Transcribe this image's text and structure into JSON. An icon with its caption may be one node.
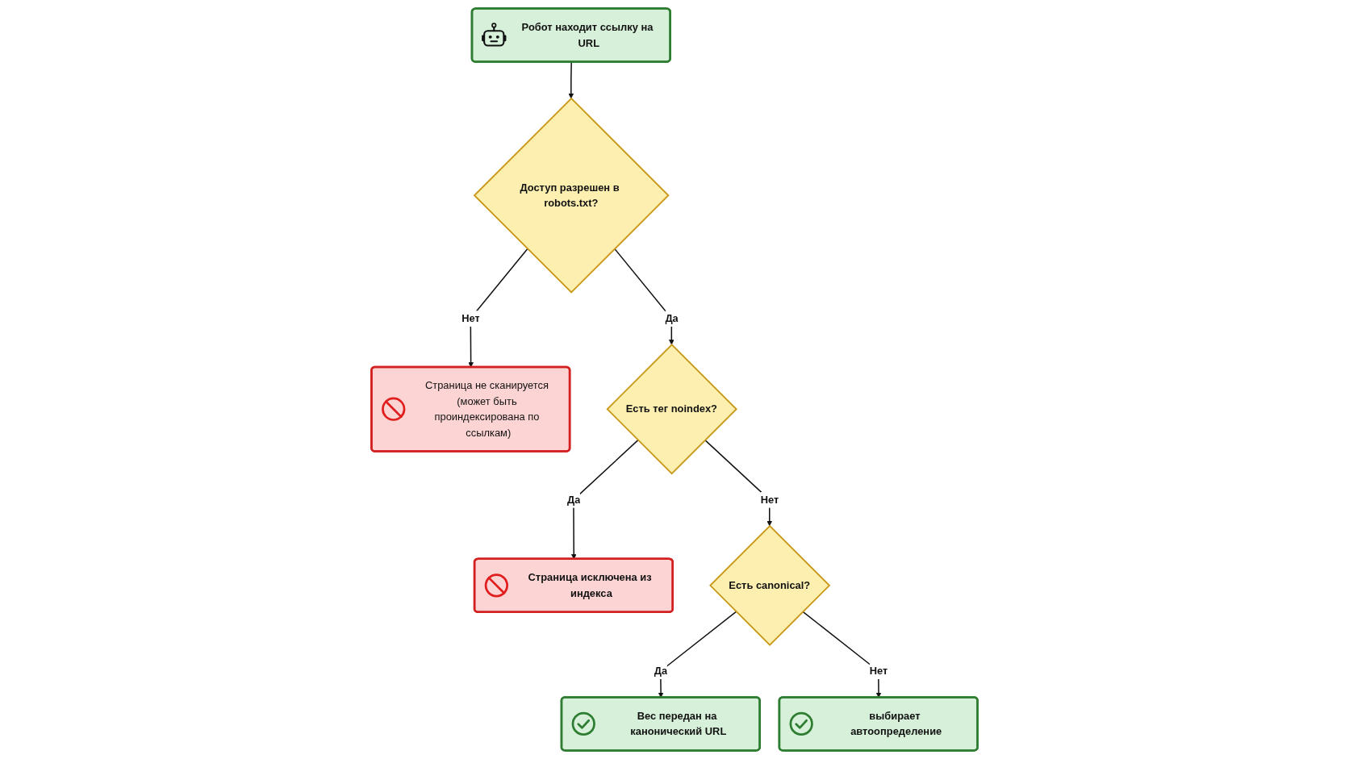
{
  "diagram": {
    "nodes": [
      {
        "text": [
          "Робот находит ссылку на URL"
        ]
      },
      {
        "text": [
          "Доступ разрешен в robots.txt?"
        ]
      },
      {
        "text": [
          "Страница не сканируется (может быть проиндексирована по ссылкам)"
        ]
      },
      {
        "text": [
          "Есть тег noindex?"
        ]
      },
      {
        "text": [
          "Страница исключена из индекса"
        ]
      },
      {
        "text": [
          "Есть canonical?"
        ]
      },
      {
        "text": [
          "Вес передан на канонический URL"
        ]
      },
      {
        "text": [
          "выбирает автоопределение"
        ]
      }
    ],
    "edges": [
      {
        "from": 0,
        "to": 1,
        "arrow": "to"
      },
      {
        "from": 1,
        "to": 2,
        "label": "Нет",
        "arrow": "to"
      },
      {
        "from": 1,
        "to": 3,
        "label": "Да",
        "arrow": "to"
      },
      {
        "from": 3,
        "to": 4,
        "label": "Да",
        "arrow": "to"
      },
      {
        "from": 3,
        "to": 5,
        "label": "Нет",
        "arrow": "to"
      },
      {
        "from": 5,
        "to": 6,
        "label": "Да",
        "arrow": "to"
      },
      {
        "from": 5,
        "to": 7,
        "label": "Нет",
        "arrow": "to"
      }
    ]
  }
}
